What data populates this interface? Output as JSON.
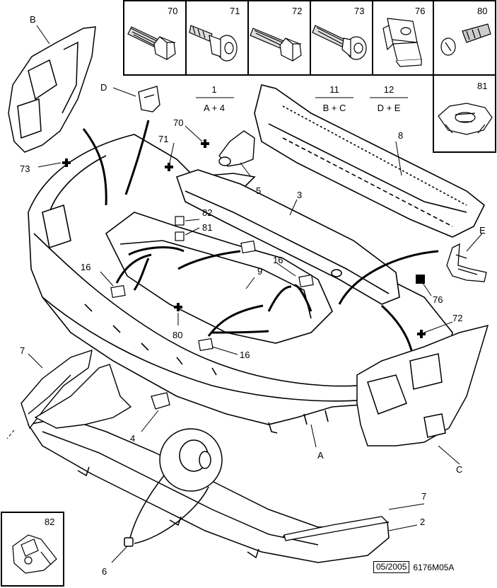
{
  "part_boxes": [
    {
      "number": "70",
      "icon": "hex-bolt"
    },
    {
      "number": "71",
      "icon": "push-rivet"
    },
    {
      "number": "72",
      "icon": "hex-bolt"
    },
    {
      "number": "73",
      "icon": "torx-bolt"
    },
    {
      "number": "76",
      "icon": "clip-nut"
    },
    {
      "number": "80",
      "icon": "quarter-turn-fastener"
    },
    {
      "number": "81",
      "icon": "speed-washer"
    },
    {
      "number": "82",
      "icon": "bracket-clip"
    }
  ],
  "formulas": [
    {
      "top": "1",
      "bottom": "A + 4"
    },
    {
      "top": "11",
      "bottom": "B + C"
    },
    {
      "top": "12",
      "bottom": "D + E"
    }
  ],
  "callouts": {
    "B": "B",
    "D": "D",
    "E": "E",
    "A": "A",
    "C": "C",
    "c70": "70",
    "c71": "71",
    "c73": "73",
    "c76": "76",
    "c72": "72",
    "c80": "80",
    "c81": "81",
    "c82": "82",
    "c3": "3",
    "c5": "5",
    "c8": "8",
    "c9": "9",
    "c16a": "16",
    "c16b": "16",
    "c16c": "16",
    "c7a": "7",
    "c7b": "7",
    "c2": "2",
    "c4": "4",
    "c6": "6"
  },
  "footer": {
    "date": "05/2005",
    "reference": "6176M05A"
  }
}
